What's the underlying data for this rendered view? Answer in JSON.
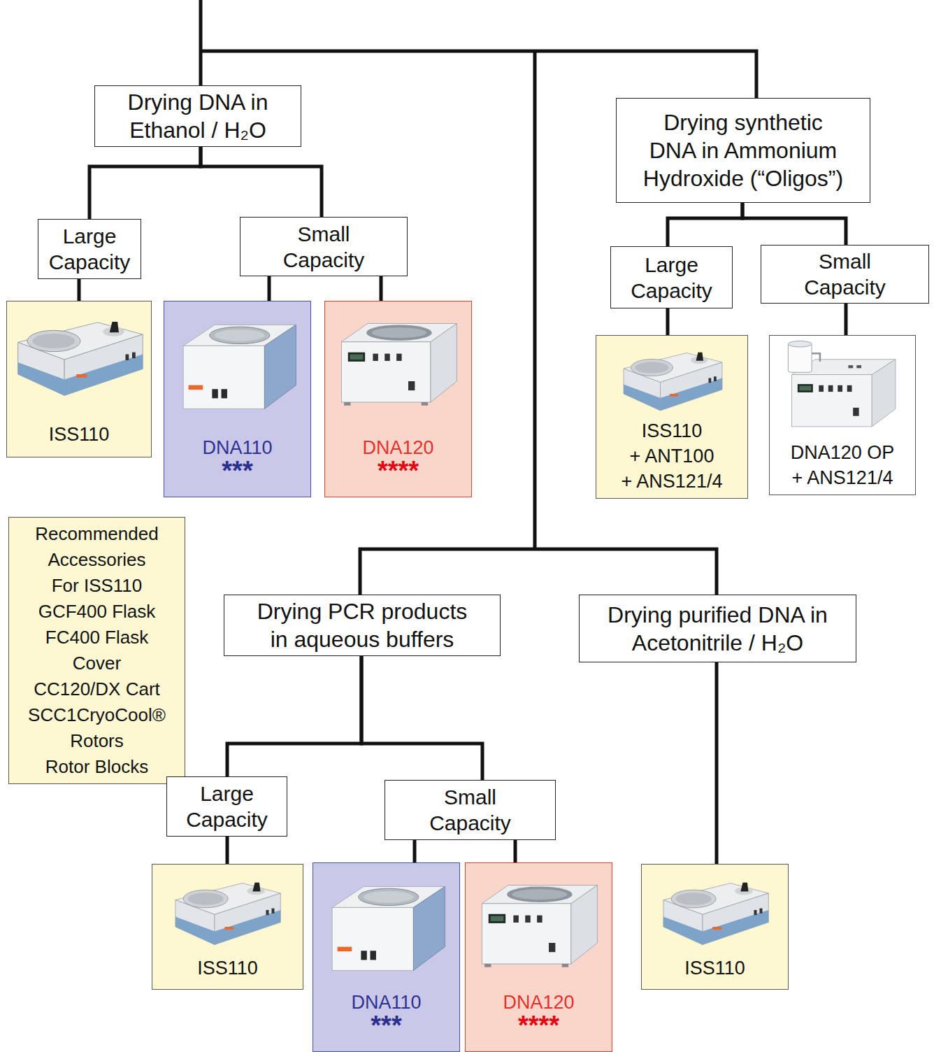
{
  "diagram": {
    "nodes": [
      {
        "text": [
          "Drying DNA in Ethanol / H₂O"
        ]
      },
      {
        "text": [
          "Drying synthetic DNA in Ammonium Hydroxide (“Oligos”)"
        ]
      },
      {
        "text": [
          "Large Capacity"
        ]
      },
      {
        "text": [
          "Small Capacity"
        ]
      },
      {
        "text": [
          "Large Capacity"
        ]
      },
      {
        "text": [
          "Small Capacity"
        ]
      },
      {
        "text": [
          "ISS110"
        ]
      },
      {
        "text": [
          "DNA110",
          "***"
        ]
      },
      {
        "text": [
          "DNA120",
          "****"
        ]
      },
      {
        "text": [
          "ISS110",
          "+ ANT100",
          "+ ANS121/4"
        ]
      },
      {
        "text": [
          "DNA120 OP",
          "+ ANS121/4"
        ]
      },
      {
        "text": [
          "Recommended Accessories For ISS110",
          "GCF400 Flask",
          "FC400 Flask Cover",
          "CC120/DX Cart",
          "SCC1CryoCool®",
          "Rotors",
          "Rotor Blocks"
        ]
      },
      {
        "text": [
          "Drying PCR products in aqueous buffers"
        ]
      },
      {
        "text": [
          "Drying purified DNA in Acetonitrile / H₂O"
        ]
      },
      {
        "text": [
          "Large Capacity"
        ]
      },
      {
        "text": [
          "Small Capacity"
        ]
      },
      {
        "text": [
          "ISS110"
        ]
      },
      {
        "text": [
          "DNA110",
          "***"
        ]
      },
      {
        "text": [
          "DNA120",
          "****"
        ]
      },
      {
        "text": [
          "ISS110"
        ]
      }
    ],
    "edges": [
      {
        "from": 0,
        "to": 2,
        "arrow": "none"
      },
      {
        "from": 0,
        "to": 3,
        "arrow": "none"
      },
      {
        "from": 1,
        "to": 4,
        "arrow": "none"
      },
      {
        "from": 1,
        "to": 5,
        "arrow": "none"
      },
      {
        "from": 2,
        "to": 6,
        "arrow": "none"
      },
      {
        "from": 3,
        "to": 7,
        "arrow": "none"
      },
      {
        "from": 3,
        "to": 8,
        "arrow": "none"
      },
      {
        "from": 4,
        "to": 9,
        "arrow": "none"
      },
      {
        "from": 5,
        "to": 10,
        "arrow": "none"
      },
      {
        "from": 12,
        "to": 14,
        "arrow": "none"
      },
      {
        "from": 12,
        "to": 15,
        "arrow": "none"
      },
      {
        "from": 14,
        "to": 16,
        "arrow": "none"
      },
      {
        "from": 15,
        "to": 17,
        "arrow": "none"
      },
      {
        "from": 15,
        "to": 18,
        "arrow": "none"
      },
      {
        "from": 13,
        "to": 19,
        "arrow": "none"
      }
    ]
  }
}
